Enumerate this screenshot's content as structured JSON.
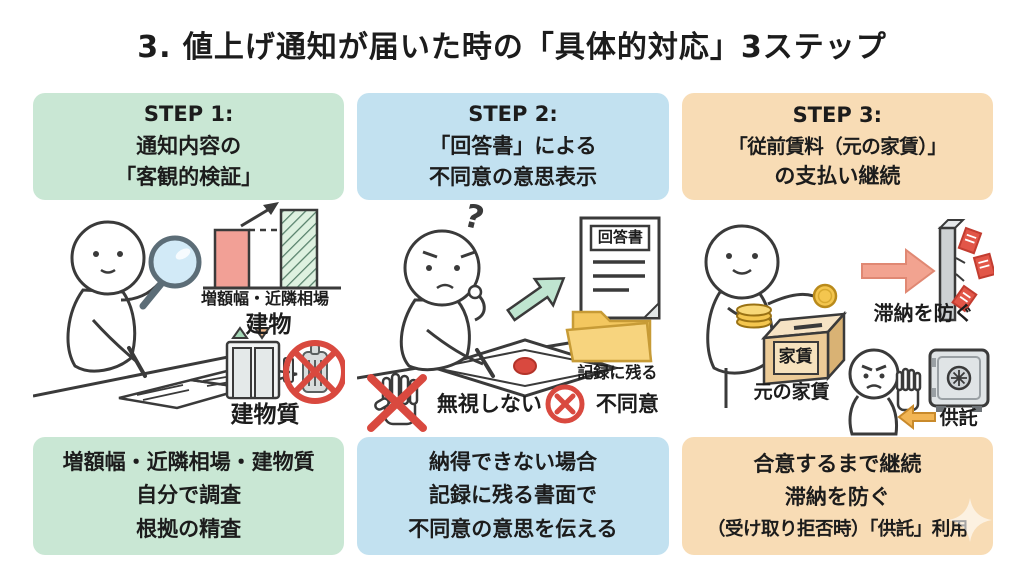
{
  "title": "3. 値上げ通知が届いた時の「具体的対応」3ステップ",
  "colors": {
    "step1_accent": "#c9e7d4",
    "step2_accent": "#c2e1f0",
    "step3_accent": "#f8dcb5",
    "text": "#1c1c1c",
    "alert_red": "#d9493f",
    "bar_red": "#f2a096",
    "bar_green": "#def1e0",
    "folder_yellow": "#f3c75f",
    "coin_gold": "#f4c64f",
    "arrow_green": "#bfe5d0",
    "arrow_salmon": "#f2a390",
    "arrow_orange": "#f2b554"
  },
  "steps": [
    {
      "header_lines": [
        "STEP 1:",
        "通知内容の",
        "「客観的検証」"
      ],
      "labels": {
        "chart": "増額幅・近隣相場",
        "building": "建物",
        "building_quality": "建物質"
      },
      "footer_lines": [
        "増額幅・近隣相場・建物質",
        "自分で調査",
        "根拠の精査"
      ],
      "accent_color": "#c9e7d4"
    },
    {
      "header_lines": [
        "STEP 2:",
        "「回答書」による",
        "不同意の意思表示"
      ],
      "labels": {
        "question_mark": "?",
        "reply_document": "回答書",
        "record": "記録に残る",
        "do_not_ignore": "無視しない",
        "disagree": "不同意"
      },
      "footer_lines": [
        "納得できない場合",
        "記録に残る書面で",
        "不同意の意思を伝える"
      ],
      "accent_color": "#c2e1f0"
    },
    {
      "header_lines": [
        "STEP 3:",
        "「従前賃料（元の家賃）」",
        "の支払い継続"
      ],
      "labels": {
        "rent_box": "家賃",
        "original_rent": "元の家賃",
        "prevent_arrears": "滞納を防ぐ",
        "deposit": "供託"
      },
      "footer_lines": [
        "合意するまで継続",
        "滞納を防ぐ",
        "（受け取り拒否時）「供託」利用"
      ],
      "accent_color": "#f8dcb5"
    }
  ]
}
